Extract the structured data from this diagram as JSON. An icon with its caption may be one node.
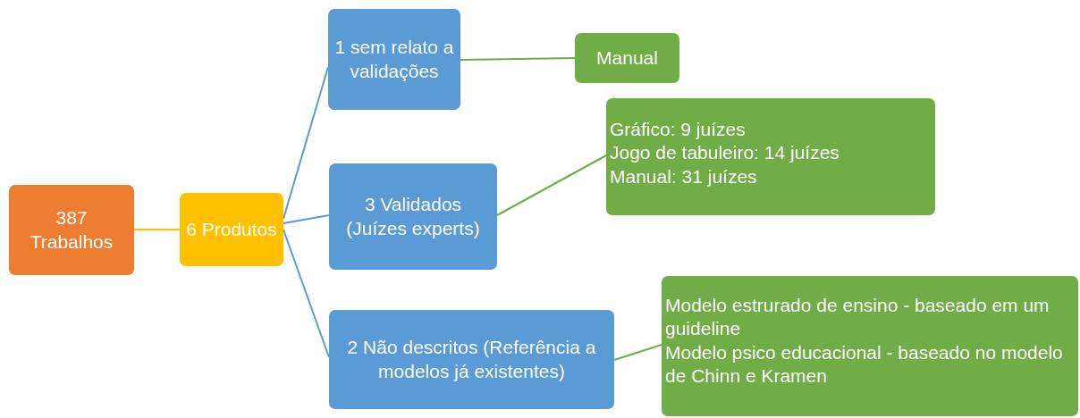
{
  "diagram": {
    "nodes": [
      {
        "text": [
          "387 Trabalhos"
        ]
      },
      {
        "text": [
          "6 Produtos"
        ]
      },
      {
        "text": [
          "1 sem relato a validações"
        ]
      },
      {
        "text": [
          "Manual"
        ]
      },
      {
        "text": [
          "3 Validados (Juízes experts)"
        ]
      },
      {
        "text": [
          "Gráfico: 9 juízes",
          "Jogo de tabuleiro: 14 juízes",
          "Manual: 31 juízes"
        ]
      },
      {
        "text": [
          "2 Não descritos (Referência a modelos já existentes)"
        ]
      },
      {
        "text": [
          "Modelo estrurado de ensino - baseado em um guideline",
          "Modelo psico educacional - baseado no modelo de Chinn e Kramen"
        ]
      }
    ],
    "edges": [
      {
        "from": 0,
        "to": 1,
        "arrow": "none",
        "color": "#ffc000"
      },
      {
        "from": 1,
        "to": 2,
        "arrow": "none",
        "color": "#5b9bd5"
      },
      {
        "from": 1,
        "to": 4,
        "arrow": "none",
        "color": "#5b9bd5"
      },
      {
        "from": 1,
        "to": 6,
        "arrow": "none",
        "color": "#5b9bd5"
      },
      {
        "from": 2,
        "to": 3,
        "arrow": "none",
        "color": "#70ad47"
      },
      {
        "from": 4,
        "to": 5,
        "arrow": "none",
        "color": "#70ad47"
      },
      {
        "from": 6,
        "to": 7,
        "arrow": "none",
        "color": "#70ad47"
      }
    ]
  }
}
